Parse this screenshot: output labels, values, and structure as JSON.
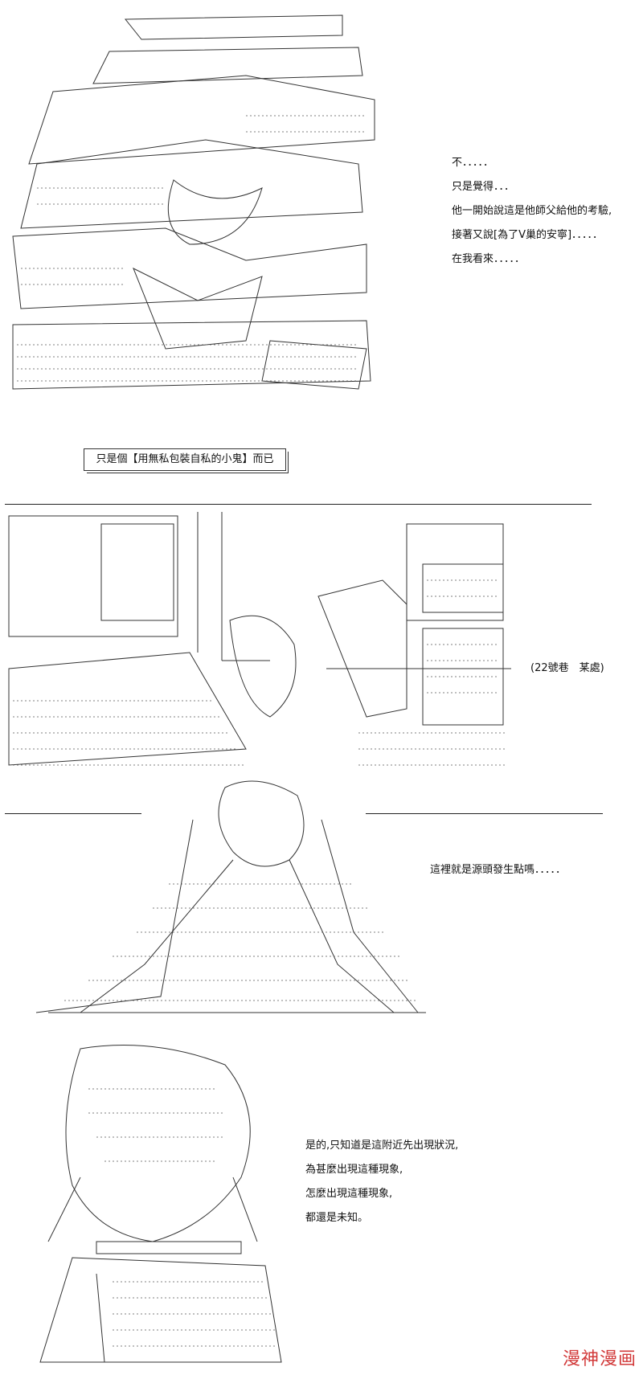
{
  "panel1": {
    "narration": [
      "不．．．．．",
      "只是覺得．．．",
      "他一開始說這是他師父給他的考驗,",
      "接著又說[為了V巢的安寧]．．．．．",
      "在我看來．．．．．"
    ],
    "boxed_caption": "只是個【用無私包裝自私的小鬼】而已"
  },
  "panel2": {
    "location_label": "(22號巷　某處)"
  },
  "panel3": {
    "narration": "這裡就是源頭發生點嗎．．．．．"
  },
  "panel4": {
    "narration": [
      "是的,只知道是這附近先出現狀況,",
      "為甚麼出現這種現象,",
      "怎麼出現這種現象,",
      "都還是未知。"
    ]
  },
  "watermark": "漫神漫画",
  "colors": {
    "ink": "#111111",
    "watermark": "#d23a3a",
    "background": "#ffffff"
  }
}
